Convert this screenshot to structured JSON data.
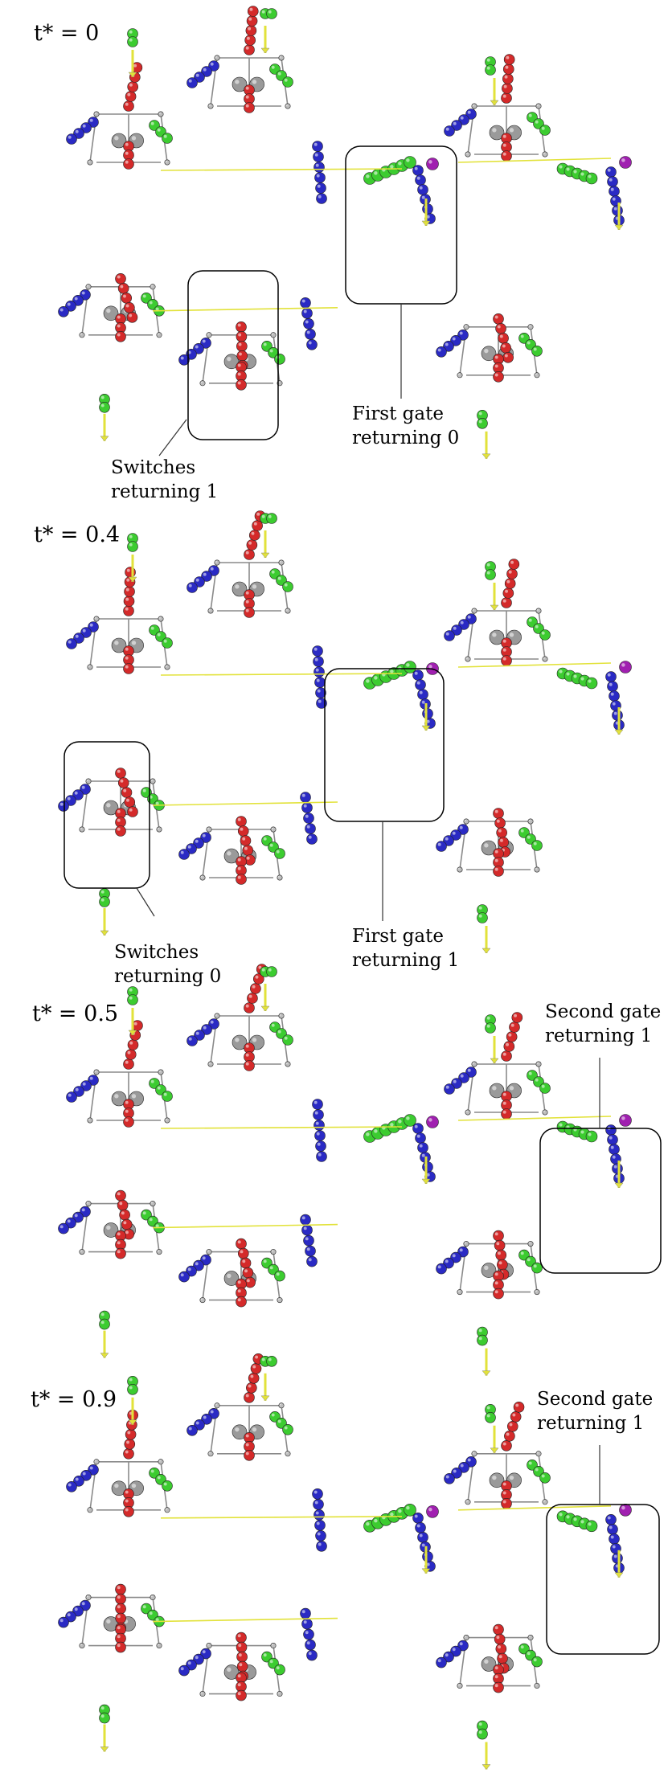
{
  "panels": [
    {
      "time_label": "t* = 0",
      "annotations": [
        {
          "line1": "First gate",
          "line2": "returning 0"
        },
        {
          "line1": "Switches",
          "line2": "returning 1"
        }
      ]
    },
    {
      "time_label": "t* = 0.4",
      "annotations": [
        {
          "line1": "First gate",
          "line2": "returning 1"
        },
        {
          "line1": "Switches",
          "line2": "returning 0"
        }
      ]
    },
    {
      "time_label": "t* = 0.5",
      "annotations": [
        {
          "line1": "Second gate",
          "line2": "returning 1"
        }
      ]
    },
    {
      "time_label": "t* = 0.9",
      "annotations": [
        {
          "line1": "Second gate",
          "line2": "returning 1"
        }
      ]
    }
  ],
  "colors": {
    "red": "#d42a2a",
    "blue": "#2a2ac4",
    "green": "#3ccc30",
    "gray": "#9a9a9a",
    "purple": "#a020b0",
    "yellow": "#e2e23a"
  }
}
